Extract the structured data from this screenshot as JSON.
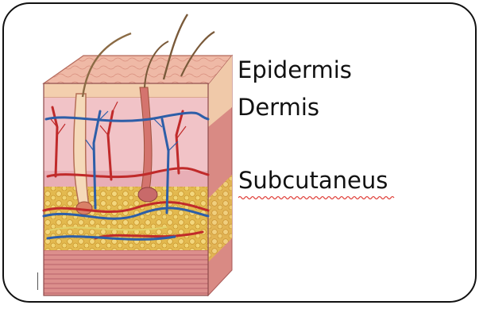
{
  "labels": {
    "epidermis": "Epidermis",
    "dermis": "Dermis",
    "subcutaneus": "Subcutaneus"
  },
  "colors": {
    "border": "#111111",
    "spellcheck_underline": "#e0403a",
    "epidermis_top": "#e7ad9c",
    "dermis": "#e9b5bc",
    "fat": "#e9c463",
    "artery": "#c02a2a",
    "vein": "#2d5ea8"
  },
  "icons": [
    "skin-cross-section-illustration"
  ]
}
